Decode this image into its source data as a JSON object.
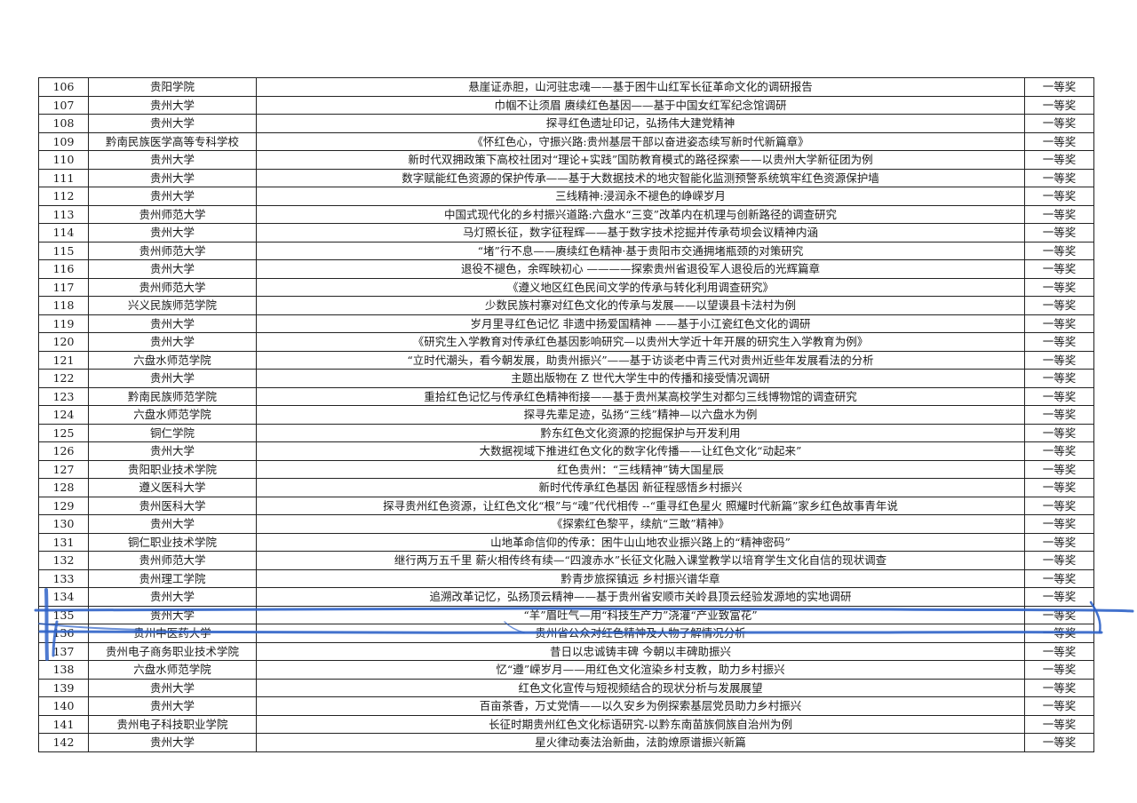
{
  "rows": [
    {
      "no": "106",
      "school": "贵阳学院",
      "title": "悬崖证赤胆，山河驻忠魂——基于困牛山红军长征革命文化的调研报告",
      "award": "一等奖"
    },
    {
      "no": "107",
      "school": "贵州大学",
      "title": "巾帼不让须眉 赓续红色基因——基于中国女红军纪念馆调研",
      "award": "一等奖"
    },
    {
      "no": "108",
      "school": "贵州大学",
      "title": "探寻红色遗址印记，弘扬伟大建党精神",
      "award": "一等奖"
    },
    {
      "no": "109",
      "school": "黔南民族医学高等专科学校",
      "title": "《怀红色心，守振兴路:贵州基层干部以奋进姿态续写新时代新篇章》",
      "award": "一等奖"
    },
    {
      "no": "110",
      "school": "贵州大学",
      "title": "新时代双拥政策下高校社团对“理论+实践”国防教育模式的路径探索——以贵州大学新征团为例",
      "award": "一等奖"
    },
    {
      "no": "111",
      "school": "贵州大学",
      "title": "数字赋能红色资源的保护传承——基于大数据技术的地灾智能化监测预警系统筑牢红色资源保护墙",
      "award": "一等奖"
    },
    {
      "no": "112",
      "school": "贵州大学",
      "title": "三线精神:浸润永不褪色的峥嵘岁月",
      "award": "一等奖"
    },
    {
      "no": "113",
      "school": "贵州师范大学",
      "title": "中国式现代化的乡村振兴道路:六盘水“三变”改革内在机理与创新路径的调查研究",
      "award": "一等奖"
    },
    {
      "no": "114",
      "school": "贵州大学",
      "title": "马灯照长征，数字征程辉——基于数字技术挖掘并传承苟坝会议精神内涵",
      "award": "一等奖"
    },
    {
      "no": "115",
      "school": "贵州师范大学",
      "title": "“堵”行不息——赓续红色精神·基于贵阳市交通拥堵瓶颈的对策研究",
      "award": "一等奖"
    },
    {
      "no": "116",
      "school": "贵州大学",
      "title": "退役不褪色，余晖映初心 ————探索贵州省退役军人退役后的光辉篇章",
      "award": "一等奖"
    },
    {
      "no": "117",
      "school": "贵州师范大学",
      "title": "《遵义地区红色民间文学的传承与转化利用调查研究》",
      "award": "一等奖"
    },
    {
      "no": "118",
      "school": "兴义民族师范学院",
      "title": "少数民族村寨对红色文化的传承与发展——以望谟县卡法村为例",
      "award": "一等奖"
    },
    {
      "no": "119",
      "school": "贵州大学",
      "title": "岁月里寻红色记忆 非遗中扬爱国精神 ——基于小江瓷红色文化的调研",
      "award": "一等奖"
    },
    {
      "no": "120",
      "school": "贵州大学",
      "title": "《研究生入学教育对传承红色基因影响研究—以贵州大学近十年开展的研究生入学教育为例》",
      "award": "一等奖"
    },
    {
      "no": "121",
      "school": "六盘水师范学院",
      "title": "“立时代潮头，看今朝发展，助贵州振兴”——基于访谈老中青三代对贵州近些年发展看法的分析",
      "award": "一等奖"
    },
    {
      "no": "122",
      "school": "贵州大学",
      "title": "主题出版物在 Z 世代大学生中的传播和接受情况调研",
      "award": "一等奖"
    },
    {
      "no": "123",
      "school": "黔南民族师范学院",
      "title": "重拾红色记忆与传承红色精神衔接——基于贵州某高校学生对都匀三线博物馆的调查研究",
      "award": "一等奖"
    },
    {
      "no": "124",
      "school": "六盘水师范学院",
      "title": "探寻先辈足迹，弘扬“三线”精神—以六盘水为例",
      "award": "一等奖"
    },
    {
      "no": "125",
      "school": "铜仁学院",
      "title": "黔东红色文化资源的挖掘保护与开发利用",
      "award": "一等奖"
    },
    {
      "no": "126",
      "school": "贵州大学",
      "title": "大数据视域下推进红色文化的数字化传播——让红色文化“动起来”",
      "award": "一等奖"
    },
    {
      "no": "127",
      "school": "贵阳职业技术学院",
      "title": "红色贵州：“三线精神”铸大国星辰",
      "award": "一等奖"
    },
    {
      "no": "128",
      "school": "遵义医科大学",
      "title": "新时代传承红色基因 新征程感悟乡村振兴",
      "award": "一等奖"
    },
    {
      "no": "129",
      "school": "贵州医科大学",
      "title": "探寻贵州红色资源，让红色文化“根”与“魂”代代相传 --“重寻红色星火 照耀时代新篇”家乡红色故事青年说",
      "award": "一等奖"
    },
    {
      "no": "130",
      "school": "贵州大学",
      "title": "《探索红色黎平，续航“三敢”精神》",
      "award": "一等奖"
    },
    {
      "no": "131",
      "school": "铜仁职业技术学院",
      "title": "山地革命信仰的传承：困牛山山地农业振兴路上的“精神密码”",
      "award": "一等奖"
    },
    {
      "no": "132",
      "school": "贵州师范大学",
      "title": "继行两万五千里 薪火相传终有续—“四渡赤水”长征文化融入课堂教学以培育学生文化自信的现状调查",
      "award": "一等奖"
    },
    {
      "no": "133",
      "school": "贵州理工学院",
      "title": "黔青步旅探镇远 乡村振兴谱华章",
      "award": "一等奖"
    },
    {
      "no": "134",
      "school": "贵州大学",
      "title": "追溯改革记忆，弘扬顶云精神——基于贵州省安顺市关岭县顶云经验发源地的实地调研",
      "award": "一等奖"
    },
    {
      "no": "135",
      "school": "贵州大学",
      "title": "“羊”眉吐气—用“科技生产力”浇灌“产业致富花”",
      "award": "一等奖"
    },
    {
      "no": "136",
      "school": "贵州中医药大学",
      "title": "贵州省公众对红色精神及人物了解情况分析",
      "award": "一等奖"
    },
    {
      "no": "137",
      "school": "贵州电子商务职业技术学院",
      "title": "昔日以忠诚铸丰碑 今朝以丰碑助振兴",
      "award": "一等奖"
    },
    {
      "no": "138",
      "school": "六盘水师范学院",
      "title": "忆“遵”嵘岁月——用红色文化渲染乡村支教，助力乡村振兴",
      "award": "一等奖"
    },
    {
      "no": "139",
      "school": "贵州大学",
      "title": "红色文化宣传与短视频结合的现状分析与发展展望",
      "award": "一等奖"
    },
    {
      "no": "140",
      "school": "贵州大学",
      "title": "百亩茶香，万丈党情——以久安乡为例探索基层党员助力乡村振兴",
      "award": "一等奖"
    },
    {
      "no": "141",
      "school": "贵州电子科技职业学院",
      "title": "长征时期贵州红色文化标语研究-以黔东南苗族侗族自治州为例",
      "award": "一等奖"
    },
    {
      "no": "142",
      "school": "贵州大学",
      "title": "星火律动奏法治新曲，法韵燎原谱振兴新篇",
      "award": "一等奖"
    }
  ],
  "colors": {
    "ink": "#1a1a1a",
    "grid": "#222222",
    "pen_highlight": "#2f63c8"
  }
}
